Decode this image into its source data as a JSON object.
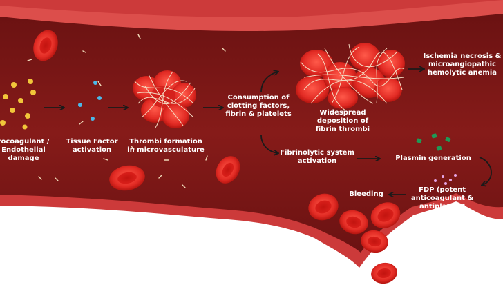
{
  "colors": {
    "vessel_wall": "#c9383a",
    "vessel_wall_light": "#e45a55",
    "lumen": "#7e1716",
    "lumen_dark": "#5c0d0e",
    "rbc": "#e22b24",
    "rbc_dark": "#a3120f",
    "fibrin": "#f4dcc3",
    "procoagulant_dot": "#f1c63a",
    "tissue_factor_dot": "#4bb8e8",
    "plasmin_dot": "#1f9a56",
    "fdp_dot": "#e6a6e6",
    "label_text": "#ffffff",
    "arrow": "#1a1a1a"
  },
  "nodes": {
    "procoagulant": "rocoagulant /\nEndothelial\ndamage",
    "tissue_factor": "Tissue Factor\nactivation",
    "thrombi_formation": "Thrombi formation\nin microvasculature",
    "consumption": "Consumption of\nclotting factors,\nfibrin & platelets",
    "widespread": "Widespread\ndeposition of\nfibrin thrombi",
    "ischemia": "Ischemia necrosis &\nmicroangiopathic\nhemolytic anemia",
    "fibrinolytic": "Fibrinolytic system\nactivation",
    "plasmin": "Plasmin generation",
    "fdp": "FDP (potent\nanticoagulant &\nantiplatelet\neffect)",
    "bleeding": "Bleeding"
  },
  "icons": {
    "rbc": "red-blood-cell-icon",
    "clot": "fibrin-clot-icon",
    "arrow": "arrow-icon"
  }
}
